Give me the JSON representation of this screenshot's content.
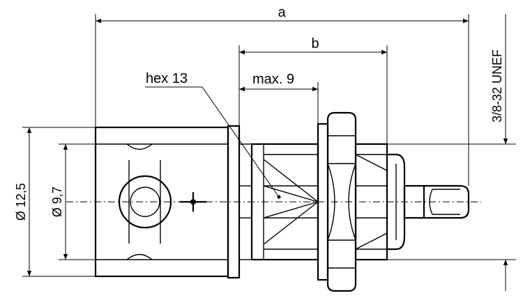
{
  "dimensions": {
    "a": "a",
    "b": "b",
    "max9": "max. 9",
    "hex": "hex 13",
    "thread": "3/8-32 UNEF",
    "dia_outer": "Ø 12,5",
    "dia_inner": "Ø 9,7"
  }
}
